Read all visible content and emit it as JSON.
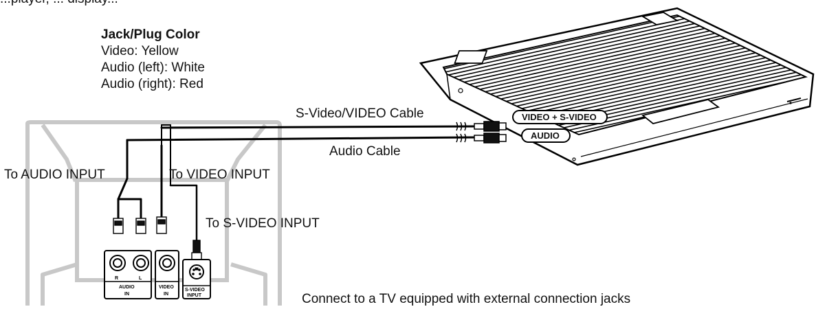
{
  "header_fragment": "...player, ... display...",
  "legend": {
    "title": "Jack/Plug Color",
    "items": [
      "Video: Yellow",
      "Audio (left): White",
      "Audio (right): Red"
    ]
  },
  "labels": {
    "svideo_video_cable": "S-Video/VIDEO Cable",
    "audio_cable": "Audio Cable",
    "to_audio_input": "To AUDIO INPUT",
    "to_video_input": "To VIDEO INPUT",
    "to_svideo_input": "To S-VIDEO INPUT",
    "caption": "Connect to a TV equipped with external connection jacks"
  },
  "laptop_ports": {
    "video_svideo": "VIDEO + S-VIDEO",
    "audio": "AUDIO"
  },
  "tv_jacks": {
    "audio_r": "R",
    "audio_l": "L",
    "audio_in_1": "AUDIO",
    "audio_in_2": "IN",
    "video_in_1": "VIDEO",
    "video_in_2": "IN",
    "svideo_1": "S-VIDEO",
    "svideo_2": "INPUT"
  }
}
